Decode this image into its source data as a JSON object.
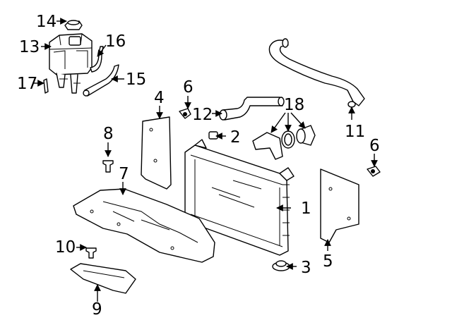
{
  "callouts": [
    {
      "id": "c1",
      "label": "1"
    },
    {
      "id": "c2",
      "label": "2"
    },
    {
      "id": "c3",
      "label": "3"
    },
    {
      "id": "c4",
      "label": "4"
    },
    {
      "id": "c5",
      "label": "5"
    },
    {
      "id": "c6a",
      "label": "6"
    },
    {
      "id": "c6b",
      "label": "6"
    },
    {
      "id": "c7",
      "label": "7"
    },
    {
      "id": "c8",
      "label": "8"
    },
    {
      "id": "c9",
      "label": "9"
    },
    {
      "id": "c10",
      "label": "10"
    },
    {
      "id": "c11",
      "label": "11"
    },
    {
      "id": "c12",
      "label": "12"
    },
    {
      "id": "c13",
      "label": "13"
    },
    {
      "id": "c14",
      "label": "14"
    },
    {
      "id": "c15",
      "label": "15"
    },
    {
      "id": "c16",
      "label": "16"
    },
    {
      "id": "c17",
      "label": "17"
    },
    {
      "id": "c18",
      "label": "18"
    }
  ]
}
